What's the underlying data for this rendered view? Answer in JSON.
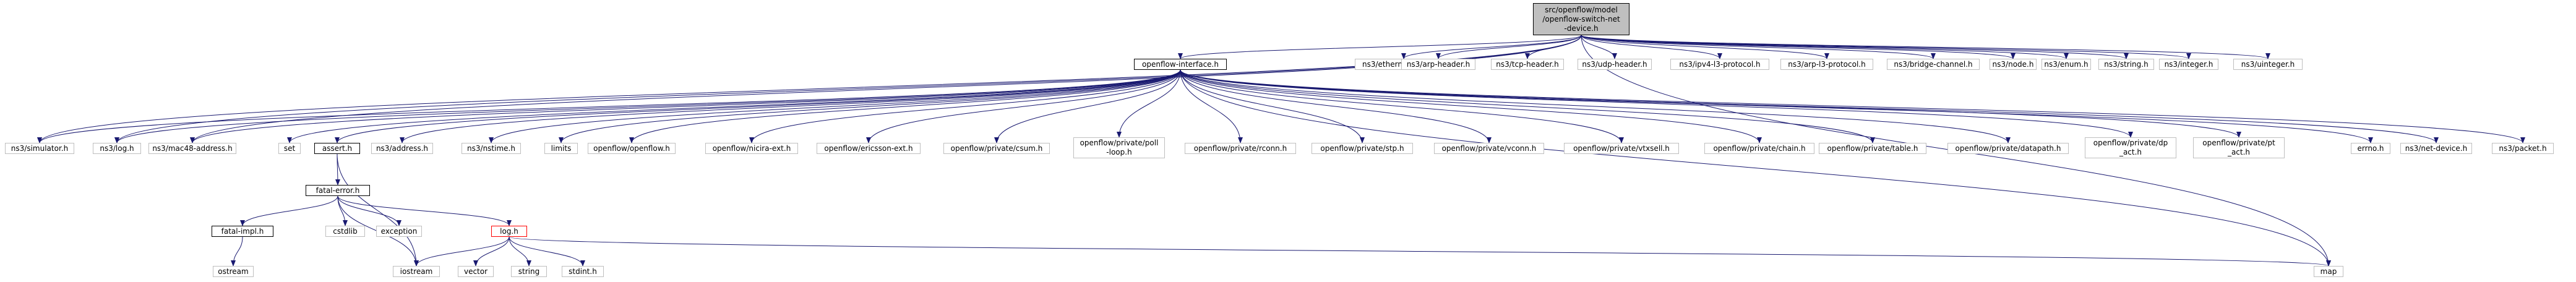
{
  "diagram": {
    "nodes": [
      {
        "id": "root",
        "label": "src/openflow/model\n/openflow-switch-net\n-device.h",
        "style": "root",
        "link": false
      },
      {
        "id": "ofi",
        "label": "openflow-interface.h",
        "style": "link",
        "link": true
      },
      {
        "id": "eth",
        "label": "ns3/ethernet-header.h",
        "style": "plain",
        "link": false
      },
      {
        "id": "arph",
        "label": "ns3/arp-header.h",
        "style": "plain",
        "link": false
      },
      {
        "id": "tcph",
        "label": "ns3/tcp-header.h",
        "style": "plain",
        "link": false
      },
      {
        "id": "udph",
        "label": "ns3/udp-header.h",
        "style": "plain",
        "link": false
      },
      {
        "id": "ipv4l3",
        "label": "ns3/ipv4-l3-protocol.h",
        "style": "plain",
        "link": false
      },
      {
        "id": "arpl3",
        "label": "ns3/arp-l3-protocol.h",
        "style": "plain",
        "link": false
      },
      {
        "id": "bridge",
        "label": "ns3/bridge-channel.h",
        "style": "plain",
        "link": false
      },
      {
        "id": "node",
        "label": "ns3/node.h",
        "style": "plain",
        "link": false
      },
      {
        "id": "enum",
        "label": "ns3/enum.h",
        "style": "plain",
        "link": false
      },
      {
        "id": "string",
        "label": "ns3/string.h",
        "style": "plain",
        "link": false
      },
      {
        "id": "integer",
        "label": "ns3/integer.h",
        "style": "plain",
        "link": false
      },
      {
        "id": "uinteger",
        "label": "ns3/uinteger.h",
        "style": "plain",
        "link": false
      },
      {
        "id": "simulator",
        "label": "ns3/simulator.h",
        "style": "plain",
        "link": false
      },
      {
        "id": "log3",
        "label": "ns3/log.h",
        "style": "plain",
        "link": false
      },
      {
        "id": "mac48",
        "label": "ns3/mac48-address.h",
        "style": "plain",
        "link": false
      },
      {
        "id": "set",
        "label": "set",
        "style": "plain",
        "link": false
      },
      {
        "id": "assert",
        "label": "assert.h",
        "style": "link",
        "link": true
      },
      {
        "id": "address",
        "label": "ns3/address.h",
        "style": "plain",
        "link": false
      },
      {
        "id": "nstime",
        "label": "ns3/nstime.h",
        "style": "plain",
        "link": false
      },
      {
        "id": "limits",
        "label": "limits",
        "style": "plain",
        "link": false
      },
      {
        "id": "ofof",
        "label": "openflow/openflow.h",
        "style": "plain",
        "link": false
      },
      {
        "id": "nicira",
        "label": "openflow/nicira-ext.h",
        "style": "plain",
        "link": false
      },
      {
        "id": "ericsson",
        "label": "openflow/ericsson-ext.h",
        "style": "plain",
        "link": false
      },
      {
        "id": "csum",
        "label": "openflow/private/csum.h",
        "style": "plain",
        "link": false
      },
      {
        "id": "poll",
        "label": "openflow/private/poll\n-loop.h",
        "style": "plain",
        "link": false
      },
      {
        "id": "rconn",
        "label": "openflow/private/rconn.h",
        "style": "plain",
        "link": false
      },
      {
        "id": "stp",
        "label": "openflow/private/stp.h",
        "style": "plain",
        "link": false
      },
      {
        "id": "vconn",
        "label": "openflow/private/vconn.h",
        "style": "plain",
        "link": false
      },
      {
        "id": "vtxsell",
        "label": "openflow/private/vtxsell.h",
        "style": "plain",
        "link": false
      },
      {
        "id": "chain",
        "label": "openflow/private/chain.h",
        "style": "plain",
        "link": false
      },
      {
        "id": "table",
        "label": "openflow/private/table.h",
        "style": "plain",
        "link": false
      },
      {
        "id": "datapath",
        "label": "openflow/private/datapath.h",
        "style": "plain",
        "link": false
      },
      {
        "id": "dpact",
        "label": "openflow/private/dp\n_act.h",
        "style": "plain",
        "link": false
      },
      {
        "id": "ptact",
        "label": "openflow/private/pt\n_act.h",
        "style": "plain",
        "link": false
      },
      {
        "id": "errno",
        "label": "errno.h",
        "style": "plain",
        "link": false
      },
      {
        "id": "netdev",
        "label": "ns3/net-device.h",
        "style": "plain",
        "link": false
      },
      {
        "id": "packet",
        "label": "ns3/packet.h",
        "style": "plain",
        "link": false
      },
      {
        "id": "fatalerr",
        "label": "fatal-error.h",
        "style": "link",
        "link": true
      },
      {
        "id": "fatalimpl",
        "label": "fatal-impl.h",
        "style": "link",
        "link": true
      },
      {
        "id": "cstdlib",
        "label": "cstdlib",
        "style": "plain",
        "link": false
      },
      {
        "id": "exception",
        "label": "exception",
        "style": "plain",
        "link": false
      },
      {
        "id": "logh",
        "label": "log.h",
        "style": "red",
        "link": true
      },
      {
        "id": "ostream",
        "label": "ostream",
        "style": "plain",
        "link": false
      },
      {
        "id": "iostream",
        "label": "iostream",
        "style": "plain",
        "link": false
      },
      {
        "id": "vector",
        "label": "vector",
        "style": "plain",
        "link": false
      },
      {
        "id": "string2",
        "label": "string",
        "style": "plain",
        "link": false
      },
      {
        "id": "stdint",
        "label": "stdint.h",
        "style": "plain",
        "link": false
      },
      {
        "id": "map",
        "label": "map",
        "style": "plain",
        "link": false
      }
    ],
    "edges": [
      [
        "root",
        "ofi"
      ],
      [
        "root",
        "eth"
      ],
      [
        "root",
        "arph"
      ],
      [
        "root",
        "tcph"
      ],
      [
        "root",
        "udph"
      ],
      [
        "root",
        "ipv4l3"
      ],
      [
        "root",
        "arpl3"
      ],
      [
        "root",
        "bridge"
      ],
      [
        "root",
        "node"
      ],
      [
        "root",
        "enum"
      ],
      [
        "root",
        "string"
      ],
      [
        "root",
        "integer"
      ],
      [
        "root",
        "uinteger"
      ],
      [
        "root",
        "simulator"
      ],
      [
        "root",
        "log3"
      ],
      [
        "root",
        "mac48"
      ],
      [
        "root",
        "map"
      ],
      [
        "ofi",
        "simulator"
      ],
      [
        "ofi",
        "log3"
      ],
      [
        "ofi",
        "mac48"
      ],
      [
        "ofi",
        "set"
      ],
      [
        "ofi",
        "assert"
      ],
      [
        "ofi",
        "address"
      ],
      [
        "ofi",
        "nstime"
      ],
      [
        "ofi",
        "limits"
      ],
      [
        "ofi",
        "ofof"
      ],
      [
        "ofi",
        "nicira"
      ],
      [
        "ofi",
        "ericsson"
      ],
      [
        "ofi",
        "csum"
      ],
      [
        "ofi",
        "poll"
      ],
      [
        "ofi",
        "rconn"
      ],
      [
        "ofi",
        "stp"
      ],
      [
        "ofi",
        "vconn"
      ],
      [
        "ofi",
        "vtxsell"
      ],
      [
        "ofi",
        "chain"
      ],
      [
        "ofi",
        "table"
      ],
      [
        "ofi",
        "datapath"
      ],
      [
        "ofi",
        "dpact"
      ],
      [
        "ofi",
        "ptact"
      ],
      [
        "ofi",
        "errno"
      ],
      [
        "ofi",
        "netdev"
      ],
      [
        "ofi",
        "packet"
      ],
      [
        "ofi",
        "map"
      ],
      [
        "assert",
        "fatalerr"
      ],
      [
        "assert",
        "iostream"
      ],
      [
        "fatalerr",
        "fatalimpl"
      ],
      [
        "fatalerr",
        "cstdlib"
      ],
      [
        "fatalerr",
        "exception"
      ],
      [
        "fatalerr",
        "logh"
      ],
      [
        "fatalerr",
        "iostream"
      ],
      [
        "fatalimpl",
        "ostream"
      ],
      [
        "logh",
        "iostream"
      ],
      [
        "logh",
        "vector"
      ],
      [
        "logh",
        "string2"
      ],
      [
        "logh",
        "stdint"
      ],
      [
        "logh",
        "map"
      ]
    ]
  },
  "colors": {
    "edge": "#191970",
    "border": "#bfbfbf",
    "root_fill": "#bfbfbf",
    "link_border": "#000000",
    "error_border": "#ff0000"
  }
}
